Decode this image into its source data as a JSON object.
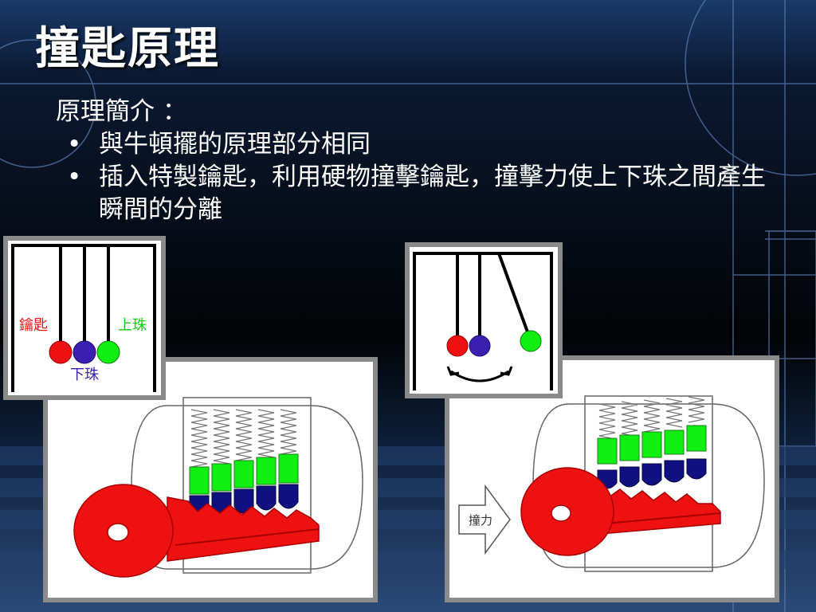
{
  "slide": {
    "title": "撞匙原理",
    "intro_heading": "原理簡介 ：",
    "bullet_marker": "•",
    "bullets": [
      "與牛頓擺的原理部分相同",
      "插入特製鑰匙，利用硬物撞擊鑰匙，撞擊力使上下珠之間產生瞬間的分離"
    ]
  },
  "pendulum": {
    "key_label": "鑰匙",
    "upper_pin_label": "上珠",
    "lower_pin_label": "下珠"
  },
  "lock": {
    "force_label": "撞力"
  },
  "colors": {
    "key_red": "#ee1111",
    "upper_pin_green": "#11ee11",
    "lower_pin_blue": "#101080",
    "ball_purple": "#3a1fb0",
    "frame_gray": "#8a8a8a"
  }
}
